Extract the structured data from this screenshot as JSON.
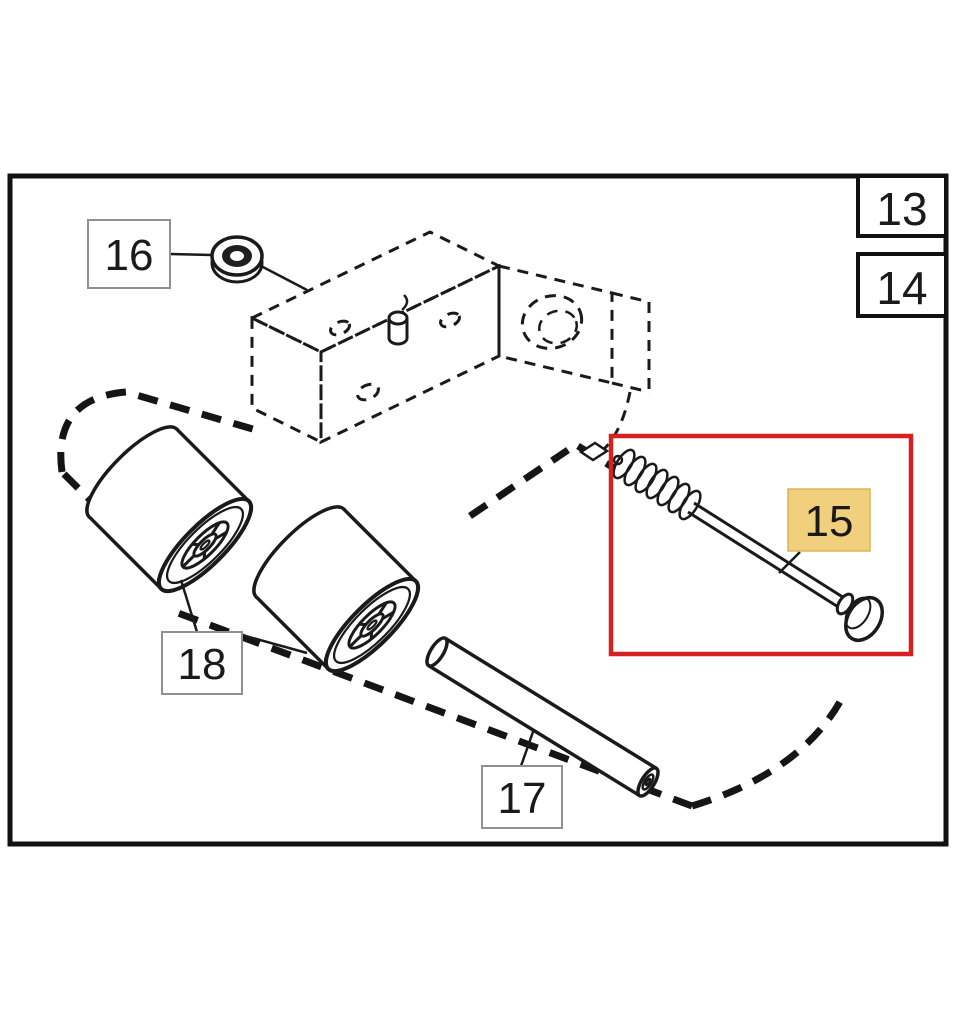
{
  "diagram": {
    "description": "Exploded parts diagram with highlighted part",
    "page_refs": [
      {
        "text": "13"
      },
      {
        "text": "14"
      }
    ],
    "labels": {
      "washer": "16",
      "rollers": "18",
      "shaft": "17",
      "bolt": "15"
    },
    "highlight": {
      "part": "15",
      "box_color": "#d42020",
      "label_bg": "#f1cf7d",
      "label_text": "#8a6400"
    },
    "colors": {
      "line": "#1a1a1a",
      "background": "#ffffff",
      "label_border": "#909090"
    }
  }
}
